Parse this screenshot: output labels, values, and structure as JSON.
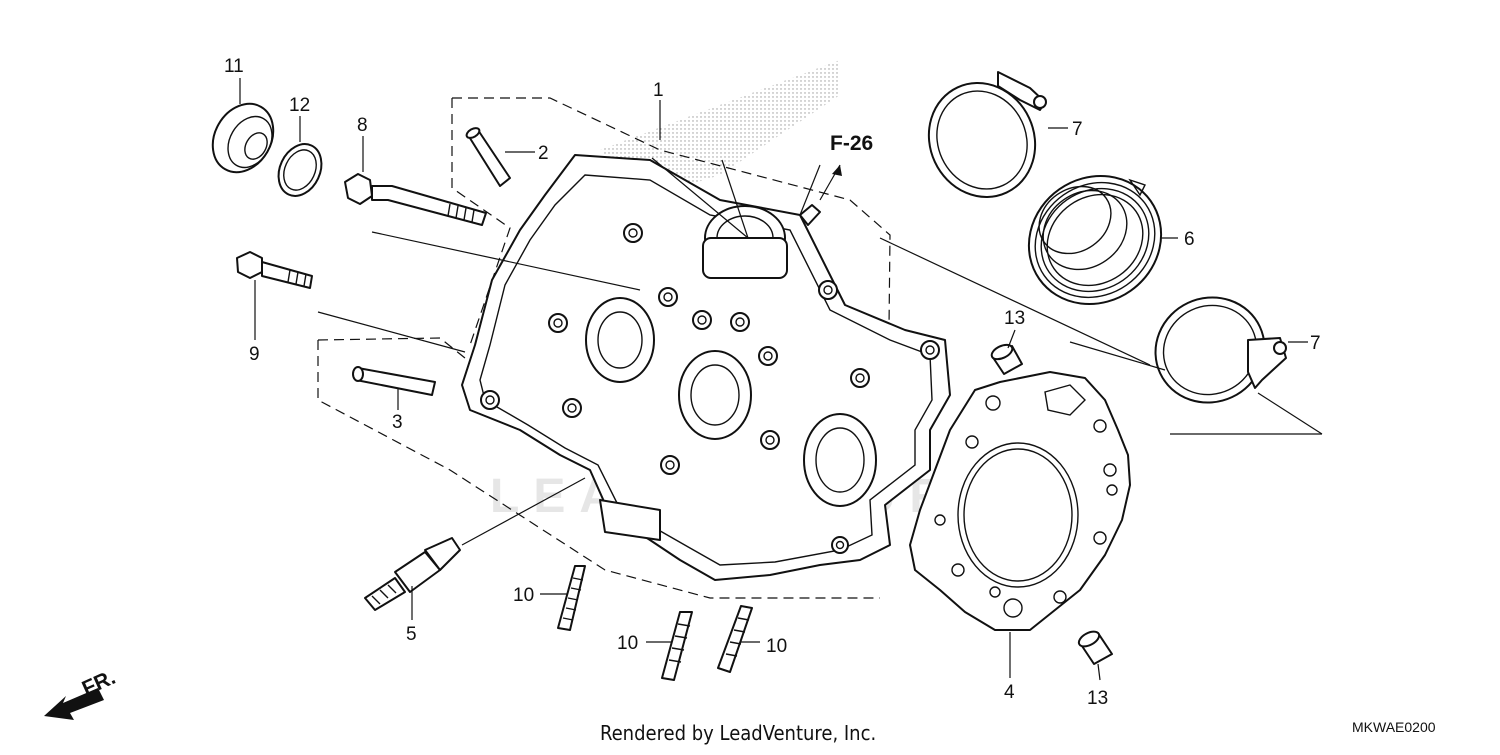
{
  "callouts": {
    "p1": "1",
    "p2": "2",
    "p3": "3",
    "p4": "4",
    "p5": "5",
    "p6": "6",
    "p7a": "7",
    "p7b": "7",
    "p8": "8",
    "p9": "9",
    "p10a": "10",
    "p10b": "10",
    "p10c": "10",
    "p11": "11",
    "p12": "12",
    "p13a": "13",
    "p13b": "13"
  },
  "reference": "F-26",
  "direction_label": "FR.",
  "watermark": "LEADVENTURE",
  "footer": {
    "credit": "Rendered by LeadVenture, Inc.",
    "diagram_code": "MKWAE0200"
  },
  "icons": {
    "front_arrow": "arrow-down-left-icon"
  },
  "colors": {
    "ink": "#111111",
    "background": "#ffffff",
    "watermark": "#e6e6e6"
  }
}
